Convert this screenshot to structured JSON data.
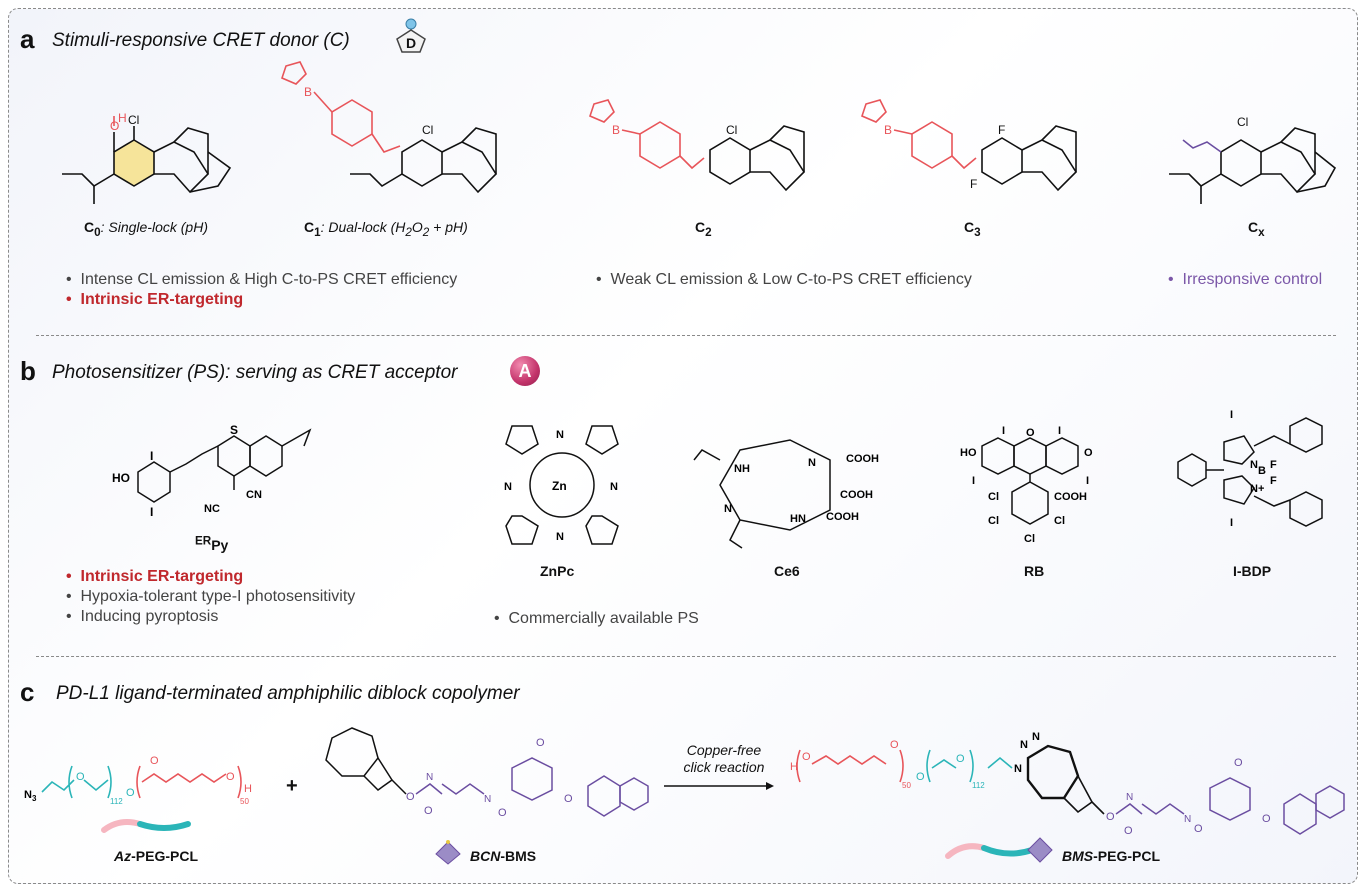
{
  "sections": {
    "a": {
      "letter": "a",
      "title": "Stimuli-responsive CRET donor (C)",
      "badge": "D",
      "compounds": [
        {
          "id": "C0",
          "main": "C",
          "sub": "0",
          "desc": ": Single-lock (pH)"
        },
        {
          "id": "C1",
          "main": "C",
          "sub": "1",
          "desc": ": Dual-lock (H",
          "desc_sub": "2",
          "desc_tail": "O",
          "desc_sub2": "2",
          "desc_end": " + pH)"
        },
        {
          "id": "C2",
          "main": "C",
          "sub": "2"
        },
        {
          "id": "C3",
          "main": "C",
          "sub": "3"
        },
        {
          "id": "Cx",
          "main": "C",
          "sub": "x"
        }
      ],
      "bullets": {
        "left_1": "Intense CL emission & High C-to-PS CRET efficiency",
        "left_2": "Intrinsic ER-targeting",
        "middle": "Weak CL emission & Low C-to-PS CRET efficiency",
        "right": "Irresponsive control"
      },
      "atoms": {
        "O": "O",
        "H": "H",
        "Cl": "Cl",
        "B": "B",
        "F": "F"
      }
    },
    "b": {
      "letter": "b",
      "title": "Photosensitizer (PS): serving as CRET acceptor",
      "badge": "A",
      "compounds": [
        {
          "id": "ERPy",
          "sup": "ER",
          "main": "Py"
        },
        {
          "id": "ZnPc",
          "main": "ZnPc"
        },
        {
          "id": "Ce6",
          "main": "Ce6"
        },
        {
          "id": "RB",
          "main": "RB"
        },
        {
          "id": "IBDP",
          "main": "I-BDP"
        }
      ],
      "bullets": {
        "left_1": "Intrinsic ER-targeting",
        "left_2": "Hypoxia-tolerant type-I photosensitivity",
        "left_3": "Inducing pyroptosis",
        "middle": "Commercially available PS"
      },
      "atoms": {
        "I": "I",
        "HO": "HO",
        "S": "S",
        "CN": "CN",
        "NC": "NC",
        "N": "N",
        "Zn": "Zn",
        "NH": "NH",
        "HN": "HN",
        "COOH": "COOH",
        "O": "O",
        "Cl": "Cl",
        "B": "B",
        "F": "F",
        "Nplus": "N+"
      }
    },
    "c": {
      "letter": "c",
      "title": "PD-L1 ligand-terminated amphiphilic diblock copolymer",
      "plus": "+",
      "reaction_line1": "Copper-free",
      "reaction_line2": "click reaction",
      "labels": {
        "az": {
          "italic": "Az",
          "rest": "-PEG-PCL"
        },
        "bcn": {
          "italic": "BCN",
          "rest": "-BMS"
        },
        "bms": {
          "italic": "BMS",
          "rest": "-PEG-PCL"
        }
      },
      "atoms": {
        "N3": "N",
        "N3sub": "3",
        "O": "O",
        "H": "H",
        "N": "N",
        "n112": "112",
        "n50": "50"
      }
    }
  },
  "colors": {
    "red": "#e8555a",
    "teal": "#2bb5b8",
    "purple": "#6b4ea1",
    "yellow_ring": "#f6e49a",
    "text_red": "#c0282d"
  }
}
